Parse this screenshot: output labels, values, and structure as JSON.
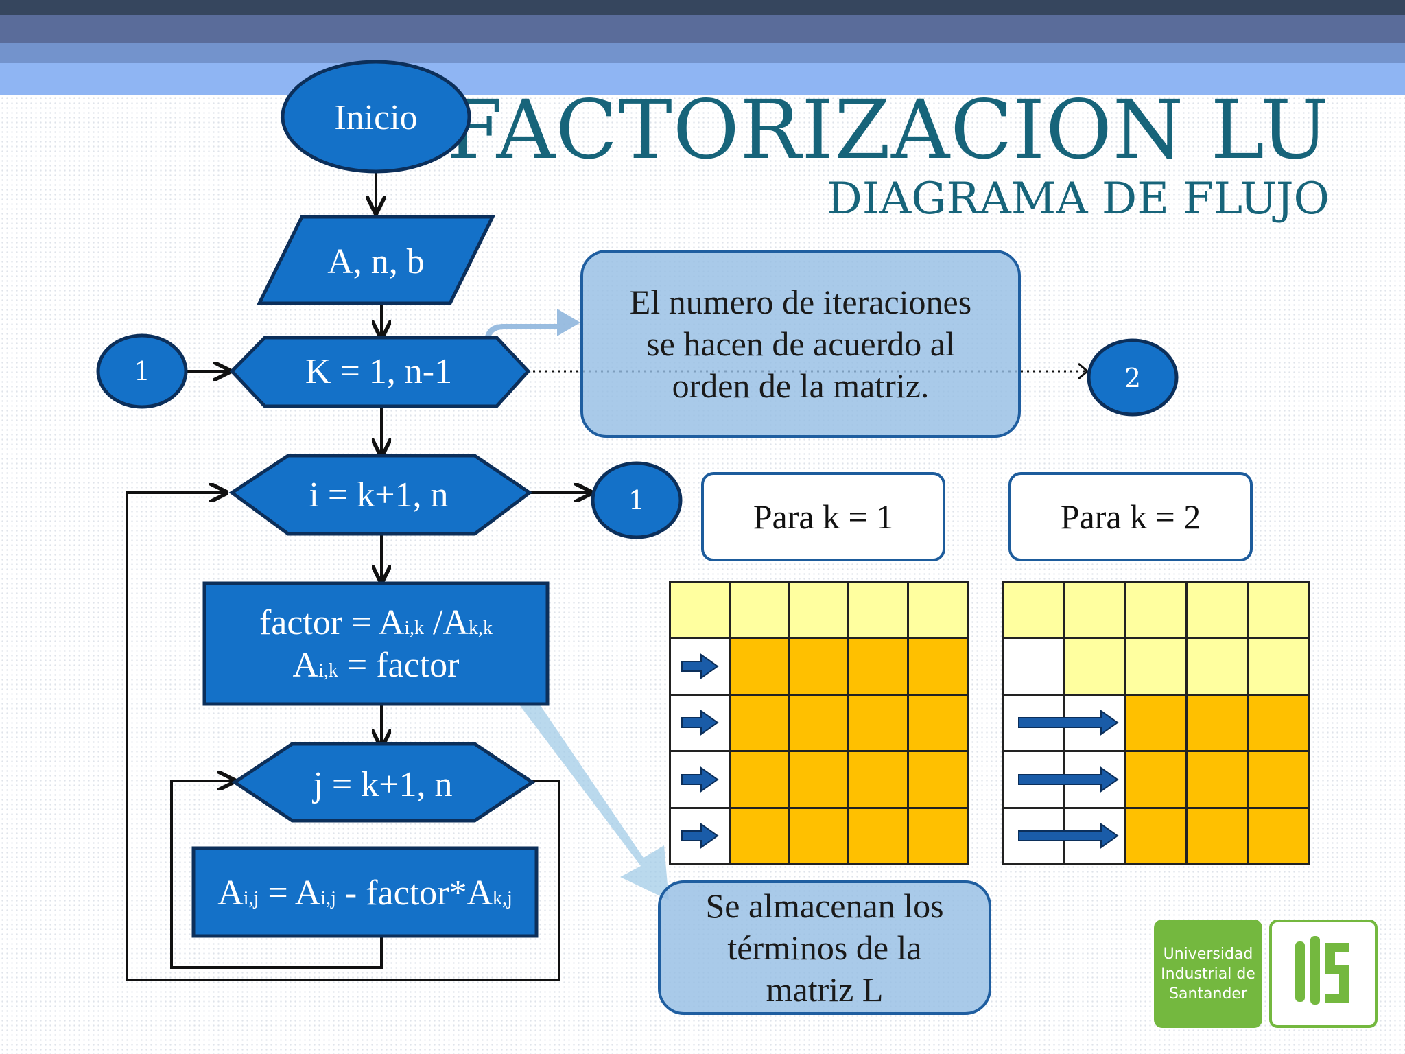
{
  "header": {
    "title": "FACTORIZACION LU",
    "subtitle": "DIAGRAMA DE FLUJO"
  },
  "flowchart": {
    "start": "Inicio",
    "input": "A, n, b",
    "loop_k": "K = 1, n-1",
    "loop_i": "i = k+1, n",
    "factor_line1": {
      "lhs": "factor = A",
      "sub1": "i,k",
      "mid": " /A",
      "sub2": "k,k"
    },
    "factor_line2": {
      "lhs": "A",
      "sub1": "i,k",
      "rhs": " = factor"
    },
    "loop_j": "j = k+1, n",
    "update": {
      "a": "A",
      "s1": "i,j",
      "b": " = A",
      "s2": "i,j",
      "c": " - factor*A",
      "s3": "k,j"
    },
    "connector_in": "1",
    "connector_i_exit": "1",
    "connector_k_exit": "2"
  },
  "notes": {
    "iterations_line1": "El numero de iteraciones",
    "iterations_line2": "se hacen de acuerdo al",
    "iterations_line3": "orden de la matriz.",
    "storage_line1": "Se almacenan los",
    "storage_line2": "términos de la",
    "storage_line3": "matriz L"
  },
  "matrices": {
    "label_k1": "Para k = 1",
    "label_k2": "Para k = 2",
    "grid_k1": [
      [
        "light",
        "light",
        "light",
        "light",
        "light"
      ],
      [
        "arrow",
        "orange",
        "orange",
        "orange",
        "orange"
      ],
      [
        "arrow",
        "orange",
        "orange",
        "orange",
        "orange"
      ],
      [
        "arrow",
        "orange",
        "orange",
        "orange",
        "orange"
      ],
      [
        "arrow",
        "orange",
        "orange",
        "orange",
        "orange"
      ]
    ],
    "grid_k2": [
      [
        "light",
        "light",
        "light",
        "light",
        "light"
      ],
      [
        "white",
        "light",
        "light",
        "light",
        "light"
      ],
      [
        "arrow",
        "arrow",
        "orange",
        "orange",
        "orange"
      ],
      [
        "arrow",
        "arrow",
        "orange",
        "orange",
        "orange"
      ],
      [
        "arrow",
        "arrow",
        "orange",
        "orange",
        "orange"
      ]
    ]
  },
  "colors": {
    "shape_fill": "#1471c8",
    "shape_stroke": "#0c2f5a",
    "title": "#17647a",
    "light_cell": "#ffff9f",
    "orange_cell": "#ffc000",
    "arrow": "#1a5ca8",
    "logo_green": "#74b83f"
  },
  "logo": {
    "line1": "Universidad",
    "line2": "Industrial de",
    "line3": "Santander",
    "mark": "UIS logo mark"
  }
}
